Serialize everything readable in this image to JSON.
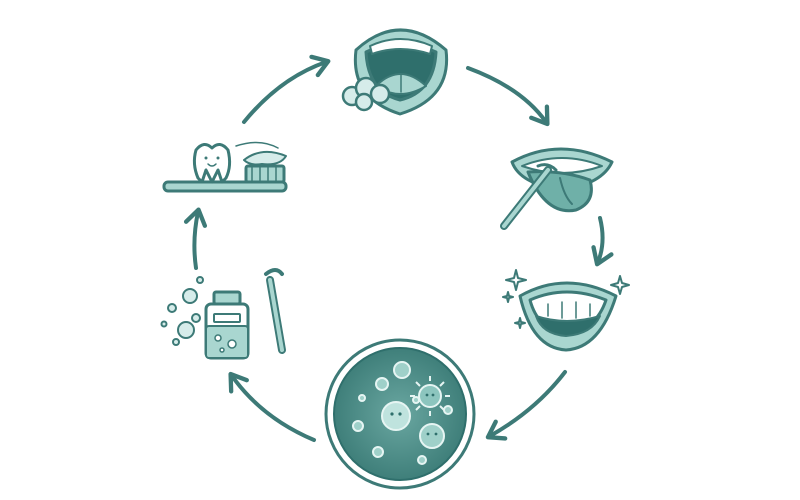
{
  "diagram": {
    "type": "cycle",
    "node_count": 6,
    "arrow_count": 6,
    "nodes": [
      {
        "id": "open-mouth",
        "icon": "open-mouth-bad-breath-icon"
      },
      {
        "id": "tongue-scraping",
        "icon": "tongue-scraper-icon"
      },
      {
        "id": "fresh-smile",
        "icon": "sparkling-smile-icon"
      },
      {
        "id": "bacteria",
        "icon": "bacteria-petri-dish-icon"
      },
      {
        "id": "mouthwash-and-pick",
        "icon": "mouthwash-bottle-and-dental-pick-icon"
      },
      {
        "id": "brushing",
        "icon": "tooth-and-toothbrush-icon"
      }
    ]
  },
  "colors": {
    "stroke": "#3d7a77",
    "fill_light": "#a9d6d0",
    "fill_mid": "#6fb0a8",
    "fill_dark": "#2f6f6c",
    "dish": "#4e8f8a",
    "white": "#ffffff"
  }
}
